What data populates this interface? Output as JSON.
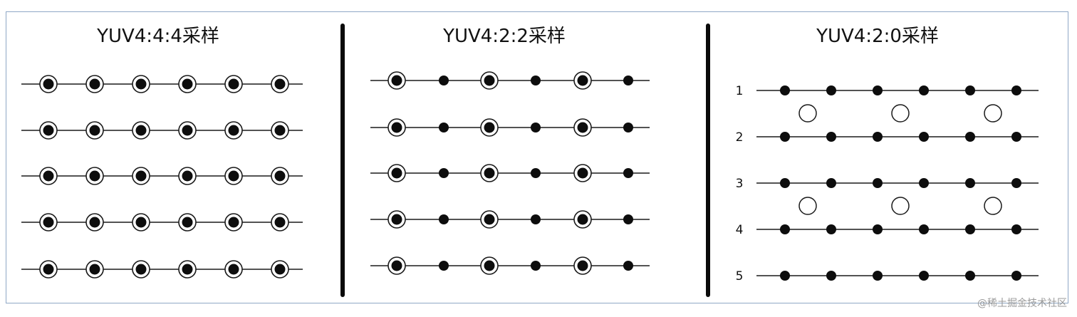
{
  "panels": [
    {
      "title": "YUV4:4:4采样",
      "scheme": "444",
      "rows": 5,
      "columns": 6
    },
    {
      "title": "YUV4:2:2采样",
      "scheme": "422",
      "rows": 5,
      "columns": 6
    },
    {
      "title": "YUV4:2:0采样",
      "scheme": "420",
      "rows": 5,
      "columns": 6,
      "row_labels": [
        "1",
        "2",
        "3",
        "4",
        "5"
      ]
    }
  ],
  "colors": {
    "line": "#1a1a1a",
    "dot": "#0d0d0d",
    "ring": "#1a1a1a",
    "frame": "#8fa8c6"
  },
  "watermark": "@稀土掘金技术社区"
}
